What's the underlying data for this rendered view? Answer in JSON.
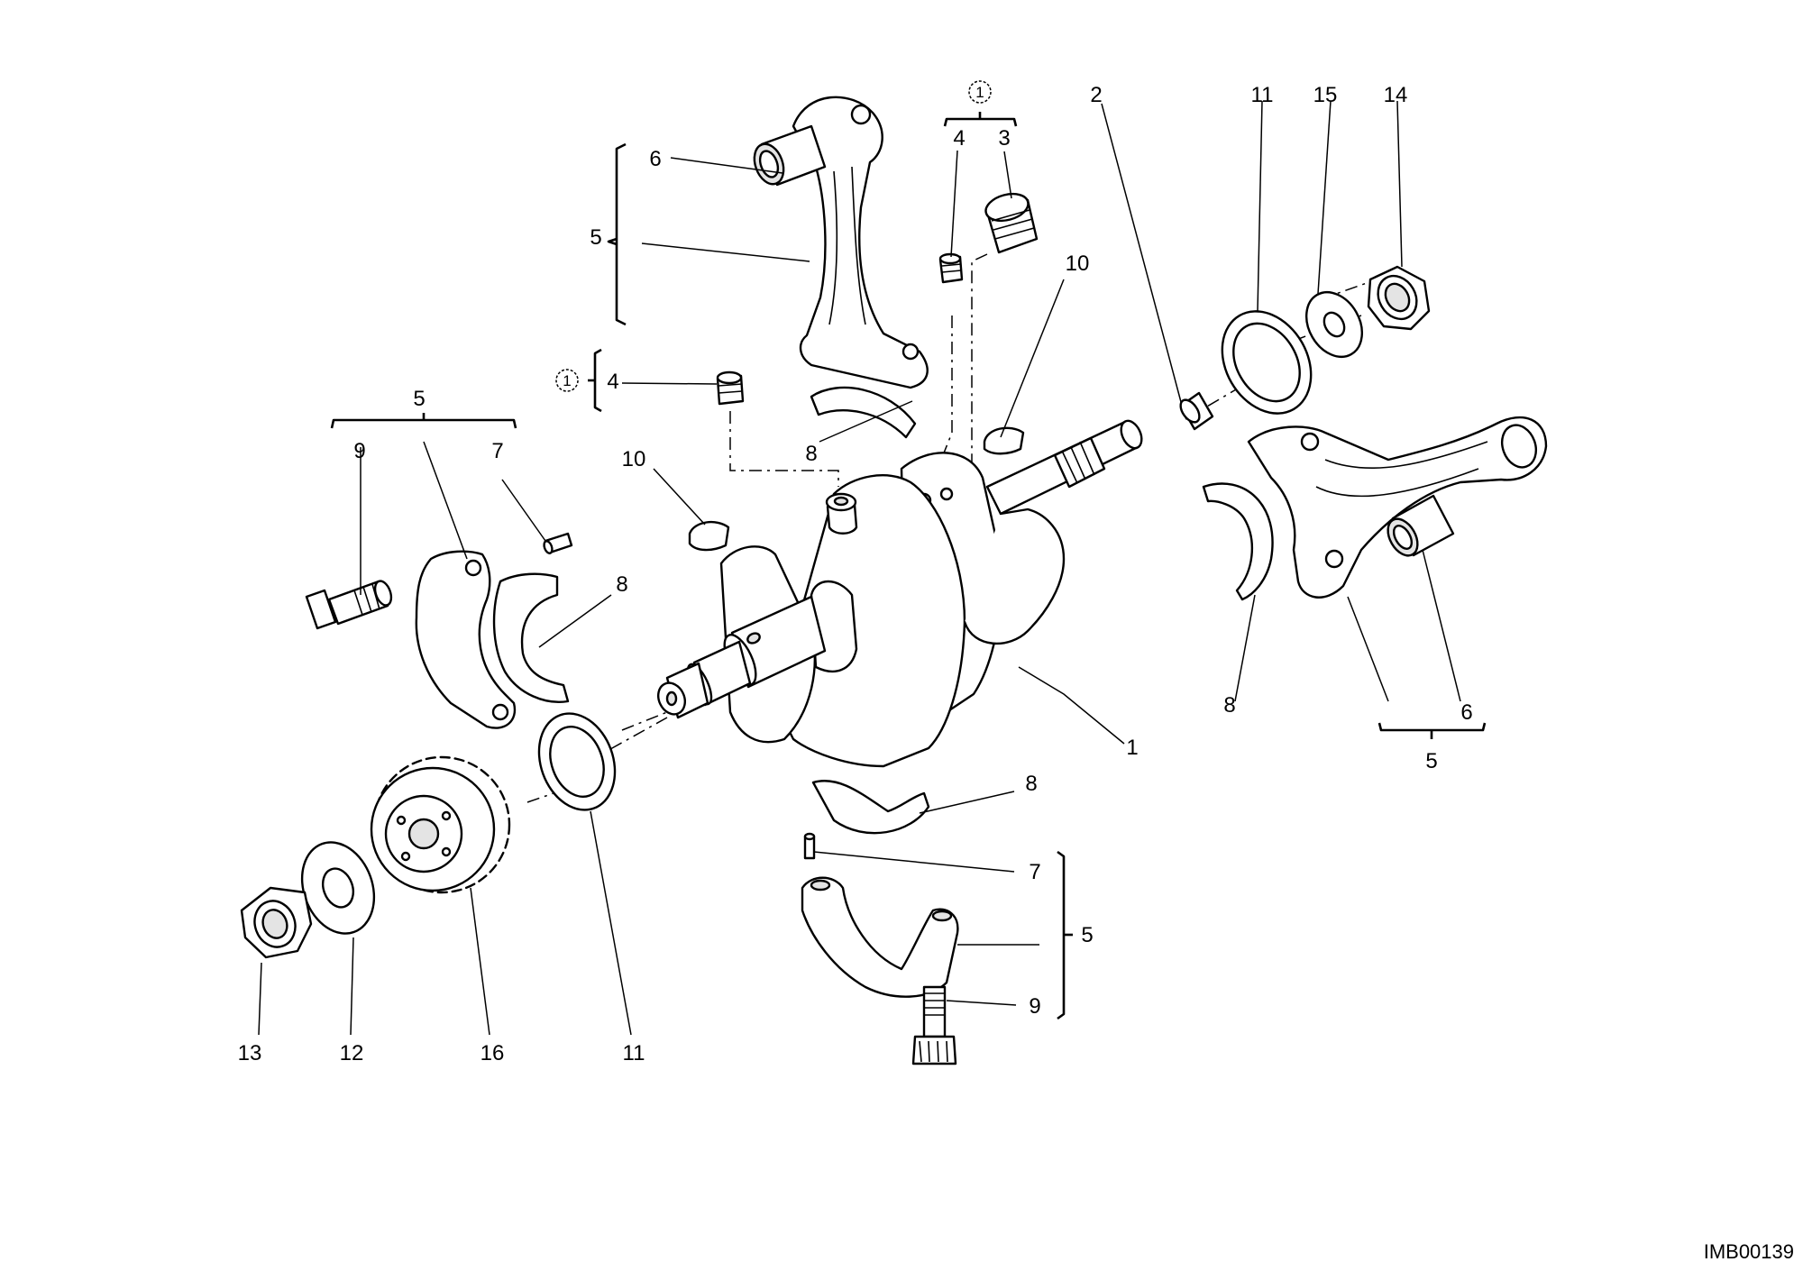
{
  "drawing": {
    "reference_code": "IMB00139",
    "symbol_text": "1",
    "callouts": {
      "c6a": "6",
      "c5a": "5",
      "c4a": "4",
      "c3": "3",
      "c2": "2",
      "c11a": "11",
      "c15": "15",
      "c14": "14",
      "c10a": "10",
      "c4b": "4",
      "c5b": "5",
      "c9a": "9",
      "c7a": "7",
      "c8a": "8",
      "c10b": "10",
      "c8b": "8",
      "c1": "1",
      "c8c": "8",
      "c6b": "6",
      "c5c": "5",
      "c8d": "8",
      "c7b": "7",
      "c5d": "5",
      "c9b": "9",
      "c13": "13",
      "c12": "12",
      "c16": "16",
      "c11b": "11"
    }
  }
}
